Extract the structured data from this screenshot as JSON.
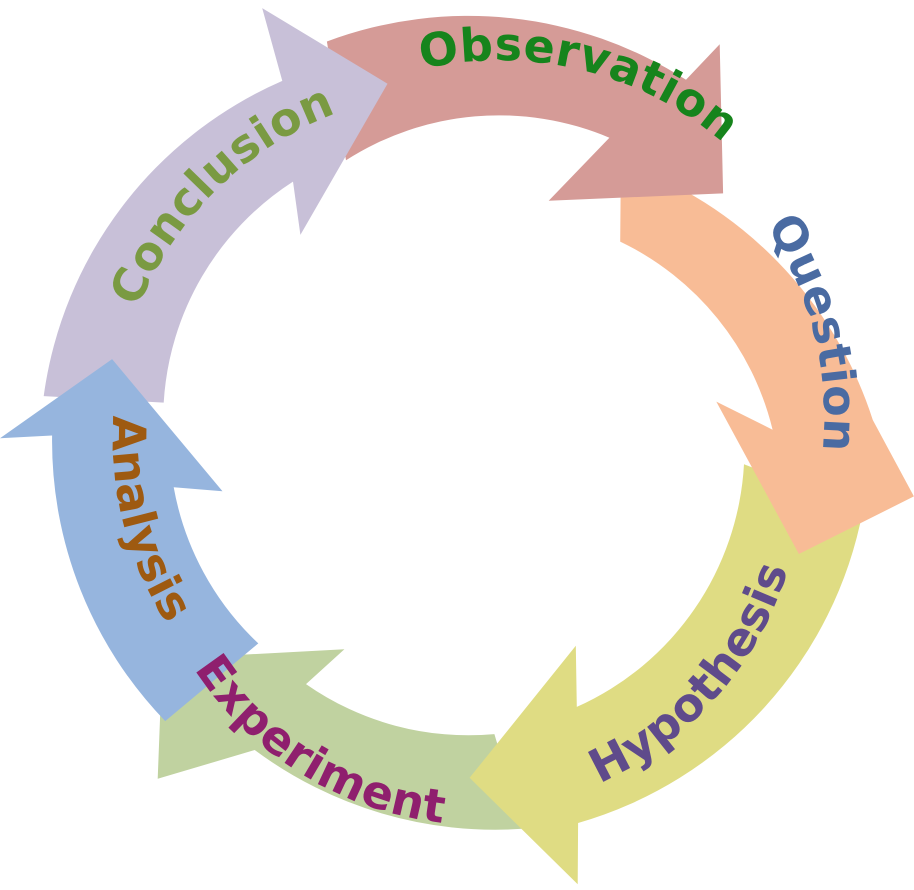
{
  "stages": [
    {
      "label": "Observation",
      "fill": "#d59b97",
      "text_color": "#16841c"
    },
    {
      "label": "Question",
      "fill": "#f8bc96",
      "text_color": "#4a6ba2"
    },
    {
      "label": "Hypothesis",
      "fill": "#dfdc83",
      "text_color": "#5f4b8b"
    },
    {
      "label": "Experiment",
      "fill": "#c0d2a0",
      "text_color": "#8f1f6e"
    },
    {
      "label": "Analysis",
      "fill": "#96b5de",
      "text_color": "#9e5a11"
    },
    {
      "label": "Conclusion",
      "fill": "#c8c0d8",
      "text_color": "#7a9a42"
    }
  ]
}
